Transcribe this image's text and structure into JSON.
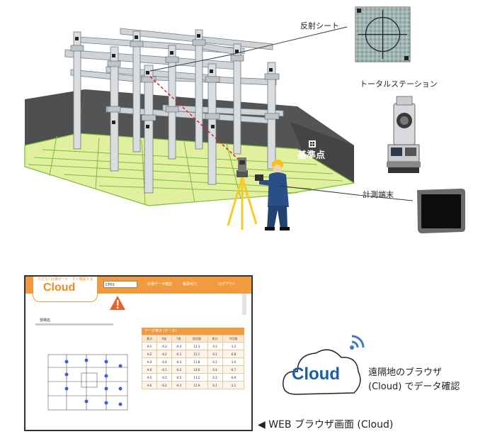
{
  "labels": {
    "reflective_sheet": "反射シート",
    "total_station": "トータルステーション",
    "reference_point": "基準点",
    "measurement_terminal": "計測端末",
    "remote_browser_line1": "遠隔地のブラウザ",
    "remote_browser_line2": "(Cloud) でデータ確認",
    "web_browser_caption": "◀ WEB ブラウザ画面 (Cloud)",
    "cloud_logo": "Cloud"
  },
  "browser": {
    "logo": "Cloud",
    "tagline": "ただち! 計測ボード・すぐ確認する",
    "select_value": "CP01",
    "menu_items": [
      "計測データ確認",
      "帳票出力",
      "ログアウト"
    ],
    "section_label": "現場名",
    "panel_title": "データ表示 (データ)",
    "table_rows": [
      [
        "基点",
        "X座",
        "Y座",
        "前回値",
        "差分",
        "今回値"
      ],
      [
        "A-1",
        "-0.3",
        "-0.4",
        "12.3",
        "0.3",
        "-1.2"
      ],
      [
        "A-2",
        "-0.2",
        "-0.1",
        "15.1",
        "0.1",
        "-0.8"
      ],
      [
        "A-3",
        "-0.4",
        "-0.3",
        "11.8",
        "0.2",
        "-1.0"
      ],
      [
        "A-4",
        "-0.1",
        "-0.2",
        "14.6",
        "0.4",
        "-0.7"
      ],
      [
        "A-5",
        "-0.3",
        "-0.5",
        "13.2",
        "0.2",
        "-0.9"
      ],
      [
        "A-6",
        "-0.2",
        "-0.3",
        "12.9",
        "0.1",
        "-1.1"
      ]
    ]
  },
  "colors": {
    "accent_orange": "#f19a3e",
    "cloud_blue": "#1a5ea8",
    "wifi_blue": "#3d79c8",
    "wall_gray": "#4e4e4e",
    "floor_green": "#e1ef9e",
    "grid_green": "#7cbd3a",
    "laser_red": "#d9261c",
    "worker_blue": "#2a4f88",
    "tripod_yellow": "#f5cb2a"
  },
  "icons": [
    "warning-icon",
    "wifi-icon",
    "cloud-icon",
    "tablet-icon",
    "total-station-icon",
    "target-icon",
    "reference-marker-icon"
  ]
}
